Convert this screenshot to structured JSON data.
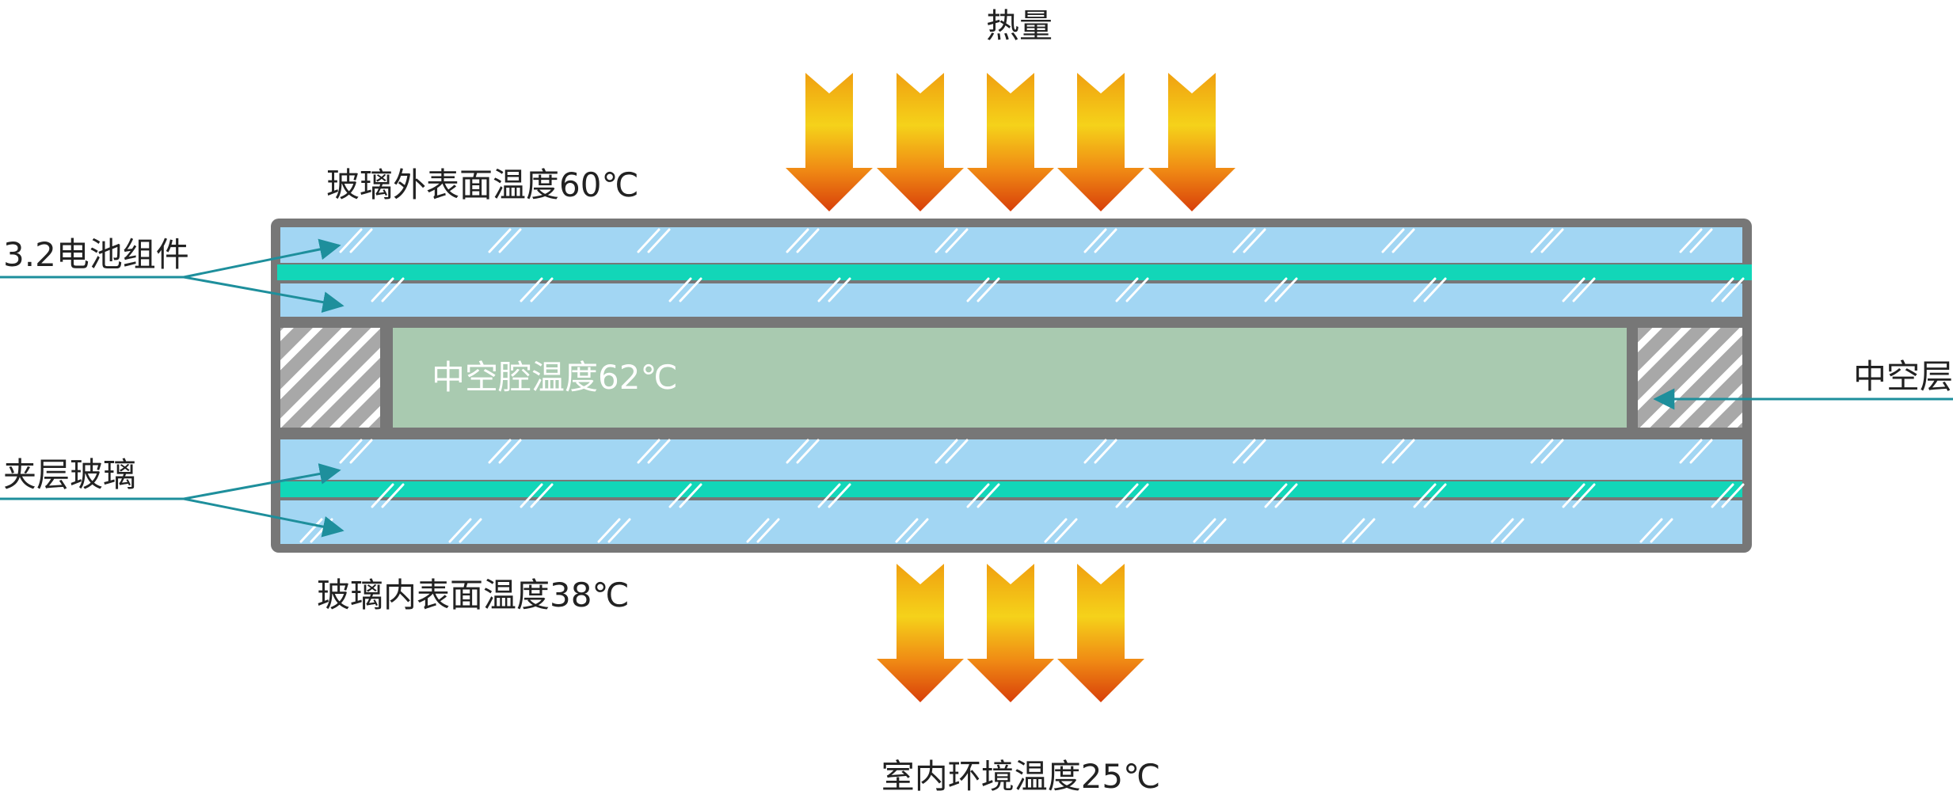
{
  "labels": {
    "heat": "热量",
    "outer_surface_temp": "玻璃外表面温度60℃",
    "battery_module": "3.2电池组件",
    "cavity_temp": "中空腔温度62℃",
    "hollow_layer": "中空层",
    "laminated_glass": "夹层玻璃",
    "inner_surface_temp": "玻璃内表面温度38℃",
    "indoor_temp": "室内环境温度25℃"
  },
  "colors": {
    "frame": "#777777",
    "glass": "#a2d6f3",
    "film": "#12d6b8",
    "cavity": "#a9cab0",
    "callout_line": "#1e8f9c",
    "arrow_top": "#f0a010",
    "arrow_mid": "#f5d21a",
    "arrow_bottom": "#d83f0a"
  },
  "icons": {
    "heat_arrow": "down-arrow-icon",
    "glass_hatch": "double-slash-icon",
    "spacer_hatch": "diagonal-hatch-icon"
  },
  "heat_arrows": {
    "top_count": 5,
    "bottom_count": 3
  }
}
